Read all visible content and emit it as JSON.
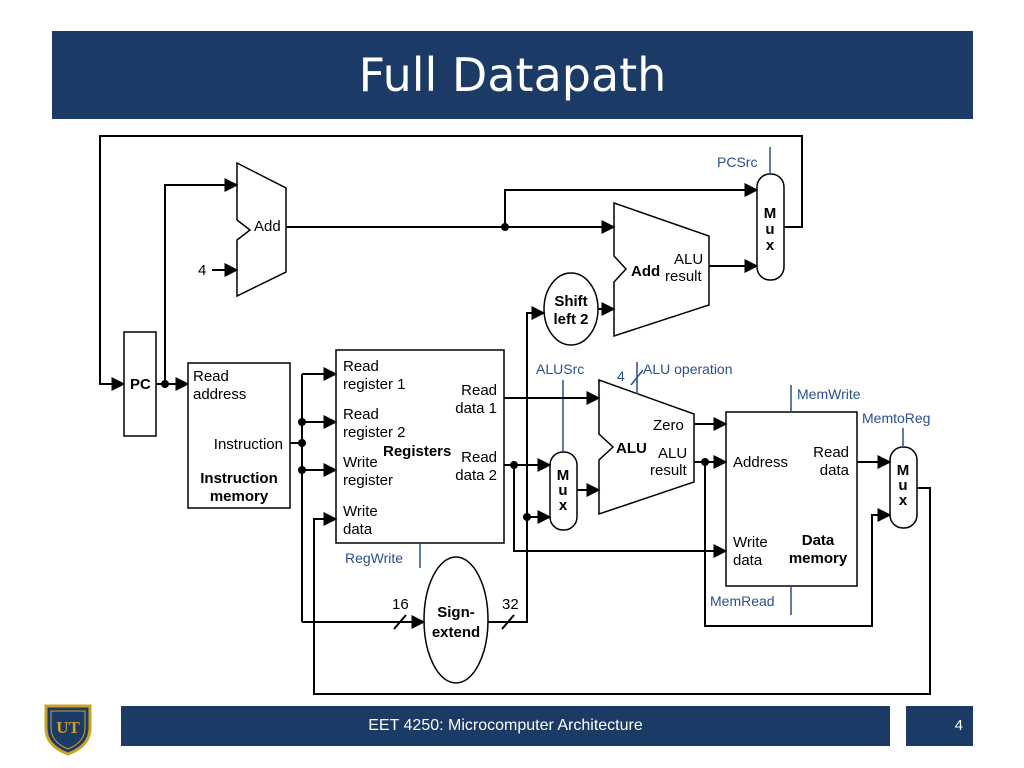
{
  "title": "Full Datapath",
  "footer": {
    "course": "EET 4250: Microcomputer Architecture",
    "page": "4"
  },
  "logo": {
    "text": "UT",
    "icon": "shield-crest-icon"
  },
  "colors": {
    "bar": "#1b3a66",
    "control": "#2a4f8f",
    "line": "#000000"
  },
  "diagram": {
    "pc": "PC",
    "pc_adder": {
      "label": "Add",
      "const": "4"
    },
    "branch_adder": {
      "label": "Add",
      "result_1": "ALU",
      "result_2": "result"
    },
    "shift_left": {
      "line1": "Shift",
      "line2": "left 2"
    },
    "pcsrc_mux": {
      "signal": "PCSrc",
      "m": "M",
      "u": "u",
      "x": "x"
    },
    "instruction_memory": {
      "read_1": "Read",
      "read_2": "address",
      "instruction": "Instruction",
      "name_1": "Instruction",
      "name_2": "memory"
    },
    "registers": {
      "rr1_a": "Read",
      "rr1_b": "register 1",
      "rr2_a": "Read",
      "rr2_b": "register 2",
      "wr_a": "Write",
      "wr_b": "register",
      "wd_a": "Write",
      "wd_b": "data",
      "rd1_a": "Read",
      "rd1_b": "data 1",
      "rd2_a": "Read",
      "rd2_b": "data 2",
      "name": "Registers",
      "regwrite": "RegWrite"
    },
    "sign_extend": {
      "line1": "Sign-",
      "line2": "extend",
      "in_bits": "16",
      "out_bits": "32"
    },
    "alusrc_mux": {
      "signal": "ALUSrc",
      "m": "M",
      "u": "u",
      "x": "x"
    },
    "alu": {
      "name": "ALU",
      "zero": "Zero",
      "result_1": "ALU",
      "result_2": "result",
      "op_bits": "4",
      "operation": "ALU operation"
    },
    "data_memory": {
      "address": "Address",
      "rd_a": "Read",
      "rd_b": "data",
      "wd_a": "Write",
      "wd_b": "data",
      "name_1": "Data",
      "name_2": "memory",
      "memwrite": "MemWrite",
      "memread": "MemRead"
    },
    "memtoreg_mux": {
      "signal": "MemtoReg",
      "m": "M",
      "u": "u",
      "x": "x"
    }
  }
}
